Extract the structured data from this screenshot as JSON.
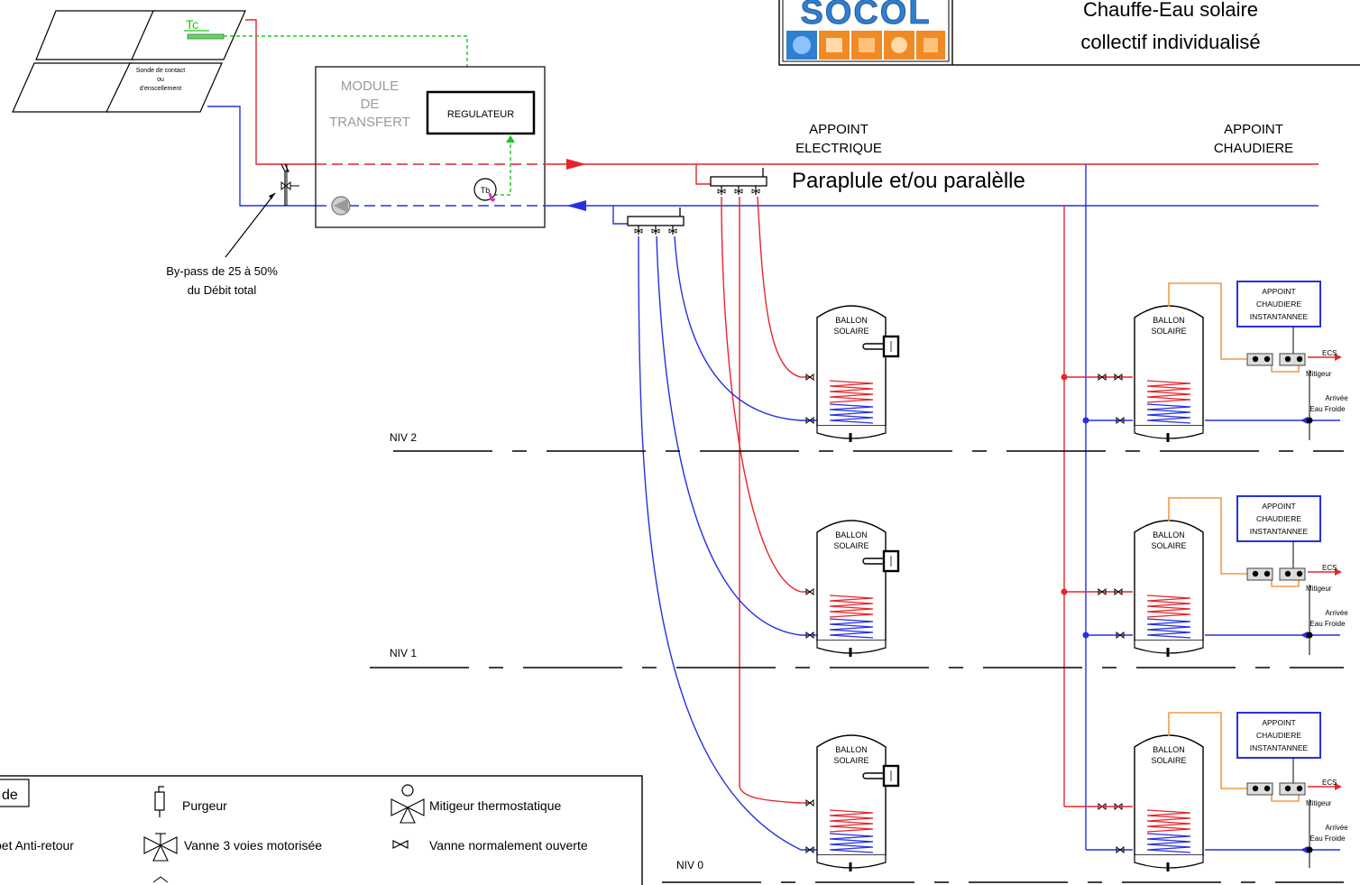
{
  "header": {
    "logo_text": "SOCOL",
    "title_line1": "Chauffe-Eau solaire",
    "title_line2": "collectif individualisé"
  },
  "collectors": {
    "probe_label": "Tc",
    "sensor_line1": "Sonde de contact",
    "sensor_line2": "ou",
    "sensor_line3": "d'enscellement"
  },
  "transfer_module": {
    "line1": "MODULE",
    "line2": "DE",
    "line3": "TRANSFERT",
    "regulator": "REGULATEUR",
    "probe_label": "Tb"
  },
  "bypass": {
    "line1": "By-pass de 25 à 50%",
    "line2": "du Débit total"
  },
  "network": {
    "appoint_elec_line1": "APPOINT",
    "appoint_elec_line2": "ELECTRIQUE",
    "appoint_chaud_line1": "APPOINT",
    "appoint_chaud_line2": "CHAUDIERE",
    "config_label": "Paraplule et/ou paralèlle"
  },
  "levels": [
    "NIV 2",
    "NIV 1",
    "NIV 0"
  ],
  "tank": {
    "line1": "BALLON",
    "line2": "SOLAIRE"
  },
  "boiler_box": {
    "line1": "APPOINT",
    "line2": "CHAUDIERE",
    "line3": "INSTANTANNEE"
  },
  "outlets": {
    "ecs": "ECS",
    "mitigeur": "Mitigeur",
    "cold_line1": "Arrivée",
    "cold_line2": "Eau Froide"
  },
  "legend": {
    "title": "de",
    "items": [
      {
        "icon": "purgeur-icon",
        "label": "Purgeur"
      },
      {
        "icon": "mixing-valve-icon",
        "label": "Mitigeur thermostatique"
      },
      {
        "icon": "check-valve-icon",
        "label": "pet Anti-retour"
      },
      {
        "icon": "three-way-valve-icon",
        "label": "Vanne 3 voies motorisée"
      },
      {
        "icon": "open-valve-icon",
        "label": "Vanne normalement ouverte"
      }
    ]
  },
  "colors": {
    "hot": "#e8242a",
    "cold": "#2630e0",
    "boiler": "#f29a4a",
    "control": "#1ec81e",
    "logo_orange": "#f08a24",
    "logo_blue": "#2e7fd0"
  }
}
